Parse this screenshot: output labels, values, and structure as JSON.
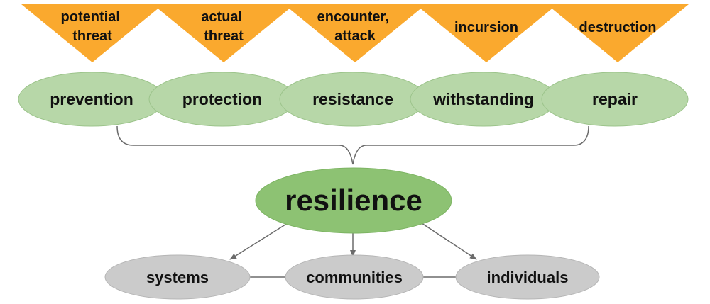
{
  "threats": [
    {
      "lines": [
        "potential",
        "threat"
      ]
    },
    {
      "lines": [
        "actual",
        "threat"
      ]
    },
    {
      "lines": [
        "encounter,",
        "attack"
      ]
    },
    {
      "lines": [
        "incursion"
      ]
    },
    {
      "lines": [
        "destruction"
      ]
    }
  ],
  "phases": [
    "prevention",
    "protection",
    "resistance",
    "withstanding",
    "repair"
  ],
  "core": "resilience",
  "levels": [
    "systems",
    "communities",
    "individuals"
  ],
  "colors": {
    "threat_fill": "#FAA92E",
    "phase_fill": "#B7D7A8",
    "phase_edge": "#9CC48B",
    "core_fill": "#8DC273",
    "core_edge": "#7DB463",
    "level_fill": "#CBCBCB",
    "level_edge": "#B5B5B5",
    "line": "#6B6B6B"
  }
}
